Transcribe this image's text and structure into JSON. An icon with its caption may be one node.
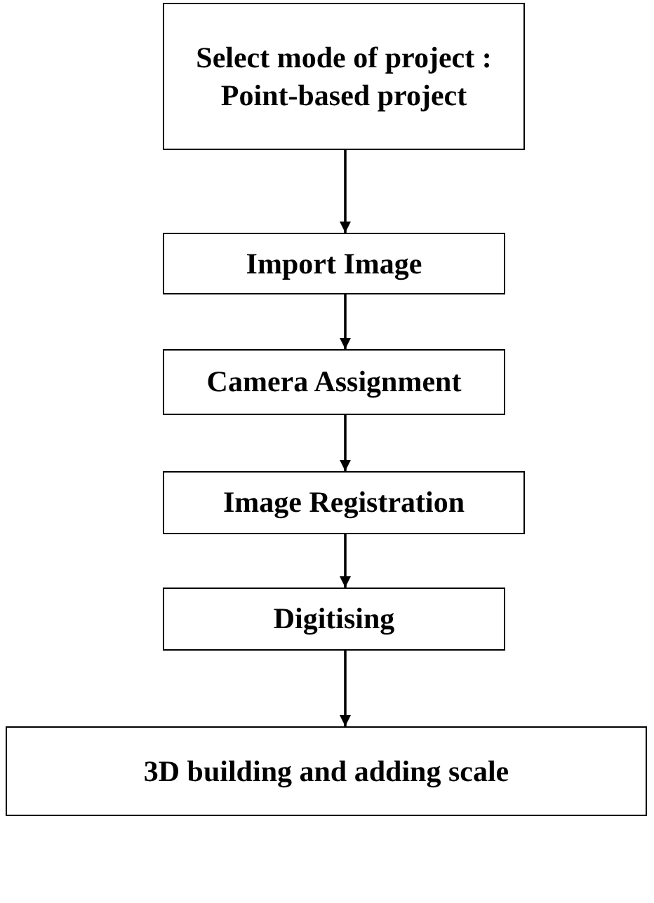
{
  "diagram": {
    "nodes": [
      {
        "text": [
          "Select mode of project : Point-based project"
        ]
      },
      {
        "text": [
          "Import Image"
        ]
      },
      {
        "text": [
          "Camera Assignment"
        ]
      },
      {
        "text": [
          "Image Registration"
        ]
      },
      {
        "text": [
          "Digitising"
        ]
      },
      {
        "text": [
          "3D building and adding scale"
        ]
      }
    ],
    "edges": [
      {
        "from": 0,
        "to": 1,
        "arrow": "to"
      },
      {
        "from": 1,
        "to": 2,
        "arrow": "to"
      },
      {
        "from": 2,
        "to": 3,
        "arrow": "to"
      },
      {
        "from": 3,
        "to": 4,
        "arrow": "to"
      },
      {
        "from": 4,
        "to": 5,
        "arrow": "to"
      }
    ]
  }
}
